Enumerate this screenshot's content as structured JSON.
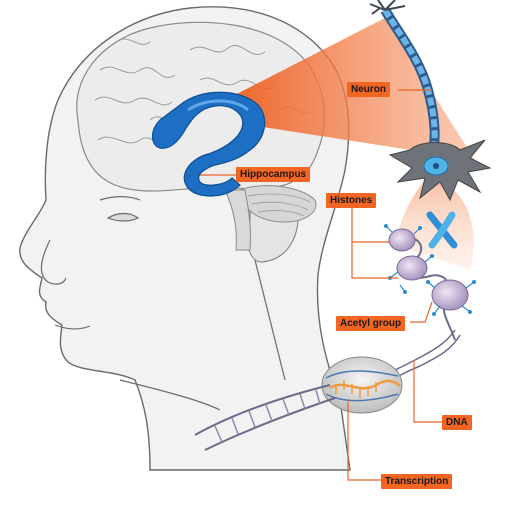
{
  "labels": {
    "neuron": "Neuron",
    "hippocampus": "Hippocampus",
    "histones": "Histones",
    "acetyl_group": "Acetyl group",
    "dna": "DNA",
    "transcription": "Transcription"
  },
  "colors": {
    "label_bg": "#f26522",
    "label_text": "#1a1a1a",
    "hippocampus": "#1c6fc2",
    "zoom_cone": "#f47a3a",
    "skin_outline": "#555555",
    "brain_fill": "#eeeeee",
    "neuron_body": "#6d7378",
    "nucleus": "#4fb3e8",
    "histone": "#c9b9d8",
    "dna_strand": "#6b6b8a",
    "mrna": "#f39a3c"
  }
}
